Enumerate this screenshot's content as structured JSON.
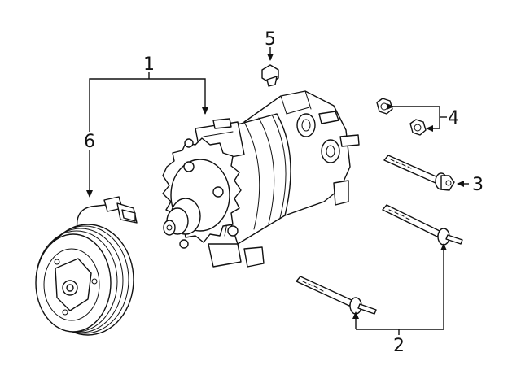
{
  "callouts": {
    "c1": "1",
    "c2": "2",
    "c3": "3",
    "c4": "4",
    "c5": "5",
    "c6": "6"
  },
  "parts": [
    {
      "callout": "1",
      "icon": "ac-compressor-icon"
    },
    {
      "callout": "2",
      "icon": "long-bolt-icon"
    },
    {
      "callout": "3",
      "icon": "mounting-bolt-icon"
    },
    {
      "callout": "4",
      "icon": "nut-icon"
    },
    {
      "callout": "5",
      "icon": "bolt-icon"
    },
    {
      "callout": "6",
      "icon": "clutch-pulley-icon"
    }
  ],
  "colors": {
    "line": "#111111",
    "background": "#ffffff"
  }
}
